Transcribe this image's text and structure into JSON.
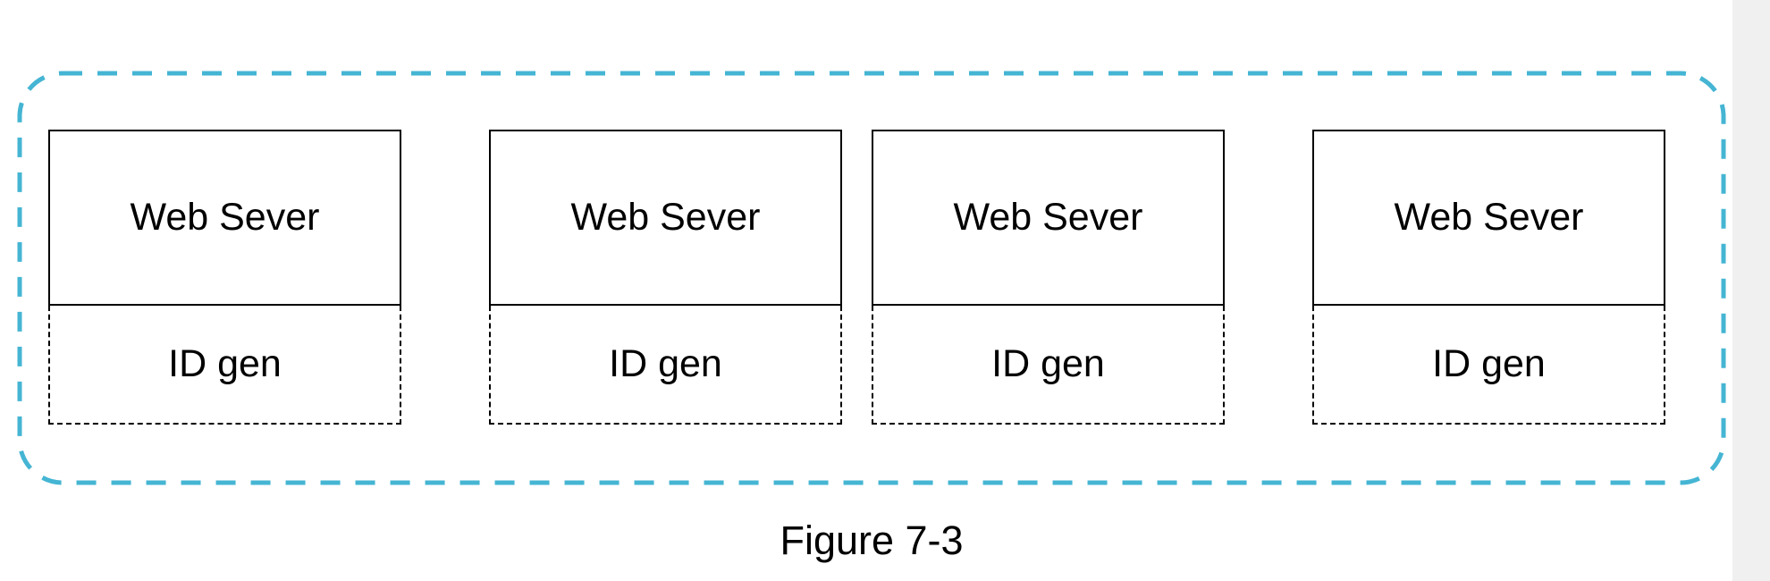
{
  "colors": {
    "cluster_outline": "#45b5d3",
    "box_border": "#000000",
    "background": "#ffffff"
  },
  "nodes": [
    {
      "server_label": "Web Sever",
      "idgen_label": "ID gen"
    },
    {
      "server_label": "Web Sever",
      "idgen_label": "ID gen"
    },
    {
      "server_label": "Web Sever",
      "idgen_label": "ID gen"
    },
    {
      "server_label": "Web Sever",
      "idgen_label": "ID gen"
    }
  ],
  "caption": "Figure 7-3"
}
